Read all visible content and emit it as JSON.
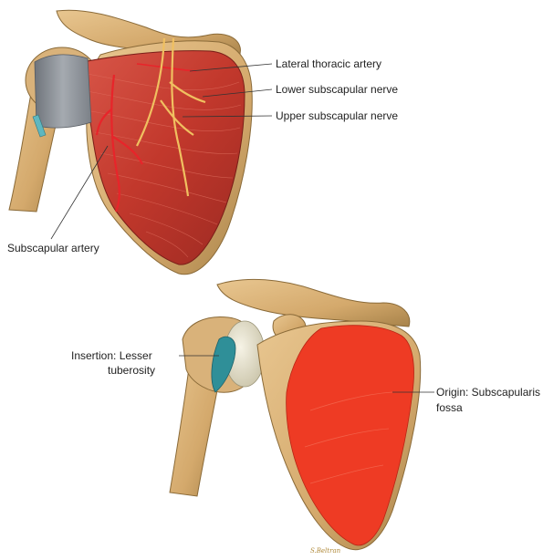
{
  "labels": {
    "lateral_thoracic_artery": "Lateral thoracic artery",
    "lower_subscapular_nerve": "Lower subscapular nerve",
    "upper_subscapular_nerve": "Upper subscapular nerve",
    "subscapular_artery": "Subscapular artery",
    "insertion_line1": "Insertion:  Lesser",
    "insertion_line2": "tuberosity",
    "origin_line1": "Origin: Subscapularis",
    "origin_line2": "fossa"
  },
  "signature": "S.Beltran",
  "colors": {
    "bone": "#d9b27a",
    "bone_shadow": "#a8834a",
    "muscle": "#c2382c",
    "muscle_light": "#d9584a",
    "tendon": "#8a8f96",
    "artery": "#e8242a",
    "nerve": "#f0c060",
    "origin_area": "#ee3b24",
    "insertion_area": "#2f8f98",
    "cartilage": "#ece9d8"
  }
}
